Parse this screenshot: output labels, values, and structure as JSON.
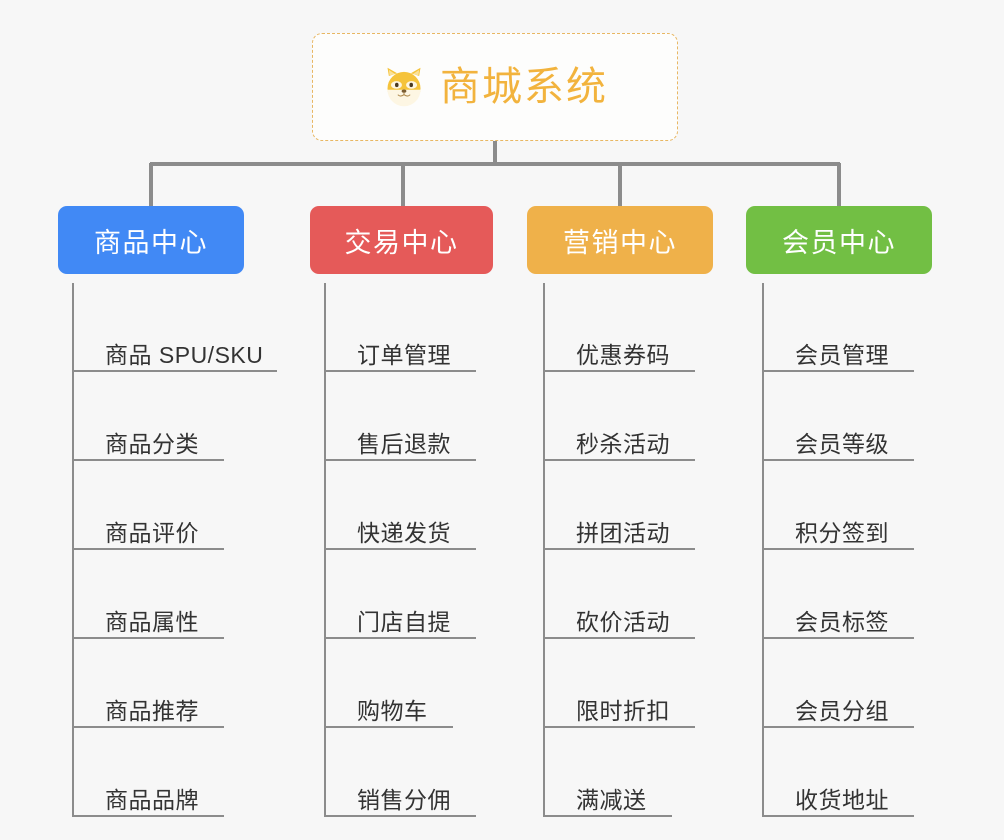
{
  "diagram": {
    "type": "mind-map",
    "background_color": "#f7f7f7",
    "root": {
      "title": "商城系统",
      "icon": "shiba-dog-emoji",
      "border_color": "#e8b763",
      "text_color": "#f2b33d"
    },
    "branches": [
      {
        "label": "商品中心",
        "color": "#4189f5",
        "items": [
          "商品 SPU/SKU",
          "商品分类",
          "商品评价",
          "商品属性",
          "商品推荐",
          "商品品牌"
        ]
      },
      {
        "label": "交易中心",
        "color": "#e55a59",
        "items": [
          "订单管理",
          "售后退款",
          "快递发货",
          "门店自提",
          "购物车",
          "销售分佣"
        ]
      },
      {
        "label": "营销中心",
        "color": "#efb14a",
        "items": [
          "优惠券码",
          "秒杀活动",
          "拼团活动",
          "砍价活动",
          "限时折扣",
          "满减送"
        ]
      },
      {
        "label": "会员中心",
        "color": "#72bf44",
        "items": [
          "会员管理",
          "会员等级",
          "积分签到",
          "会员标签",
          "会员分组",
          "收货地址"
        ]
      }
    ],
    "connector_color": "#8c8c8c"
  }
}
